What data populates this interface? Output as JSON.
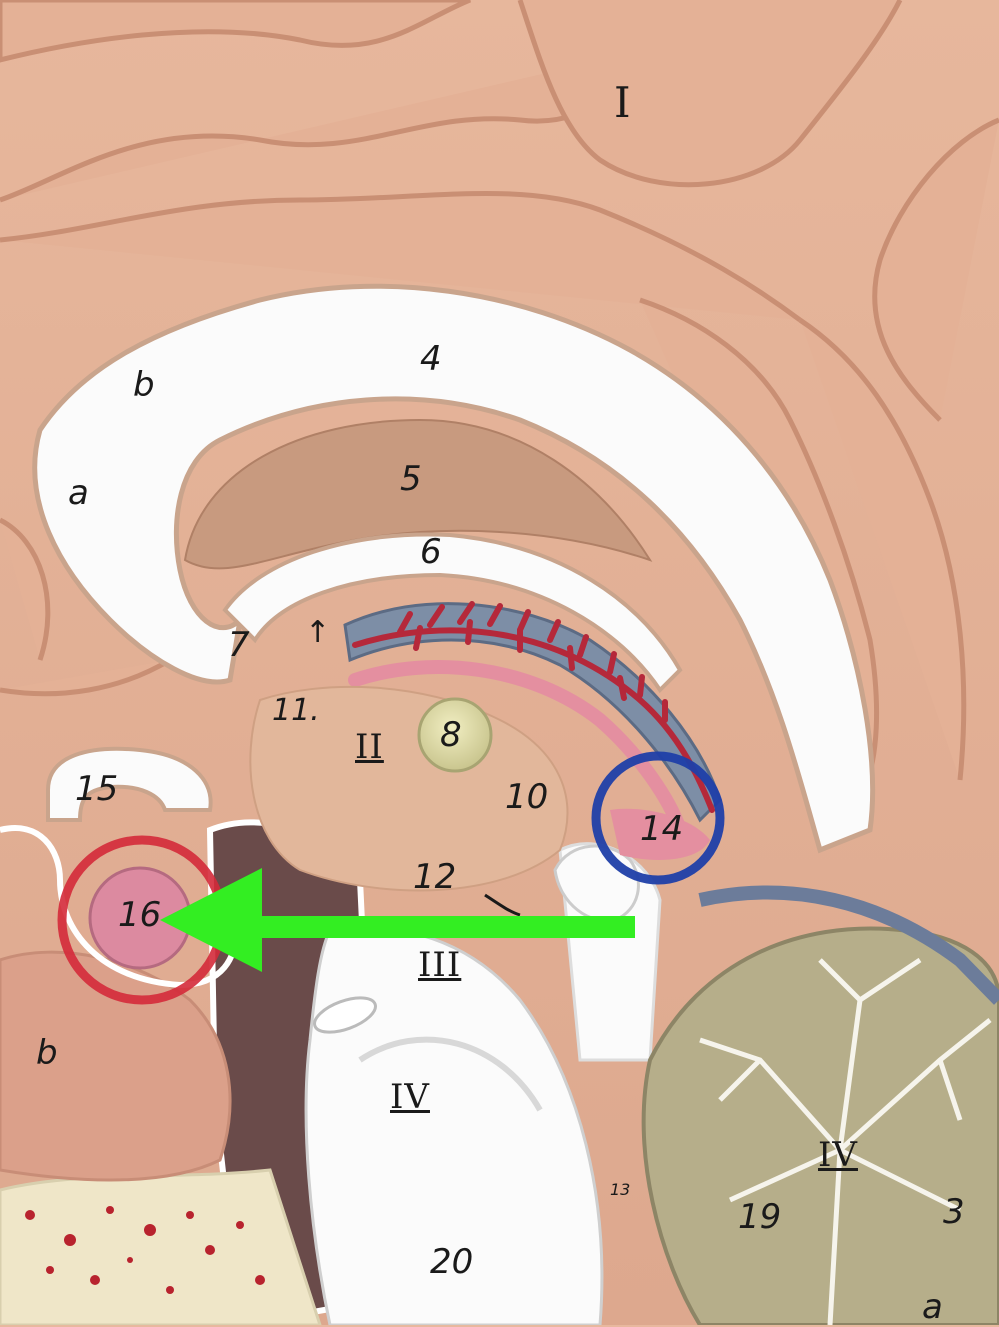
{
  "labels": {
    "I": "I",
    "four": "4",
    "b_top": "b",
    "a_left": "a",
    "five": "5",
    "six": "6",
    "seven": "7",
    "arrow_up": "↑",
    "eleven": "11.",
    "II": "II",
    "eight": "8",
    "ten": "10",
    "fourteen": "14",
    "fifteen": "15",
    "sixteen": "16",
    "twelve": "12",
    "III": "III",
    "IV_brainstem": "IV",
    "IV_cerebellum": "IV",
    "twenty": "20",
    "nineteen": "19",
    "three": "3",
    "b_bottom": "b",
    "a_bottom": "a",
    "thirteen": "13"
  },
  "annotations": {
    "red_circle_color": "#d42a3a",
    "blue_circle_color": "#1f3fa8",
    "green_arrow_color": "#33ee22"
  }
}
